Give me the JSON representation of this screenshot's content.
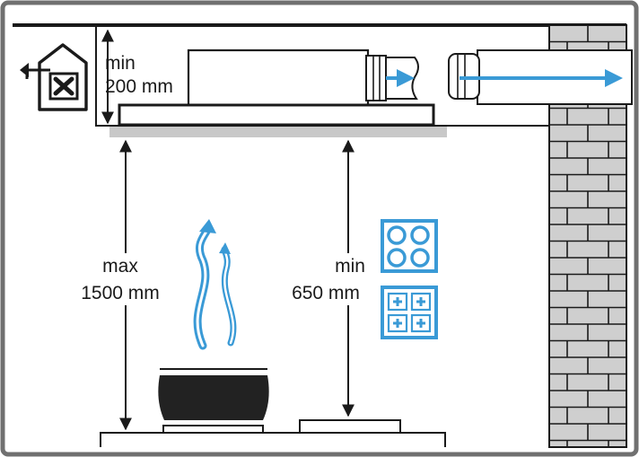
{
  "labels": {
    "duct_min_line1": "min",
    "duct_min_line2": "200 mm",
    "height_max_line1": "max",
    "height_max_line2": "1500 mm",
    "height_min_line1": "min",
    "height_min_line2": "650 mm"
  },
  "icons": {
    "vent_symbol": "house-fan-exhaust-icon",
    "electric_hob": "electric-hob-icon",
    "gas_hob": "gas-hob-icon"
  },
  "colors": {
    "frame": "#707070",
    "line": "#1a1a1a",
    "accent": "#3a9ad6",
    "brick": "#cfcfcf",
    "hood_underside": "#c8c8c8",
    "pot": "#222222"
  }
}
